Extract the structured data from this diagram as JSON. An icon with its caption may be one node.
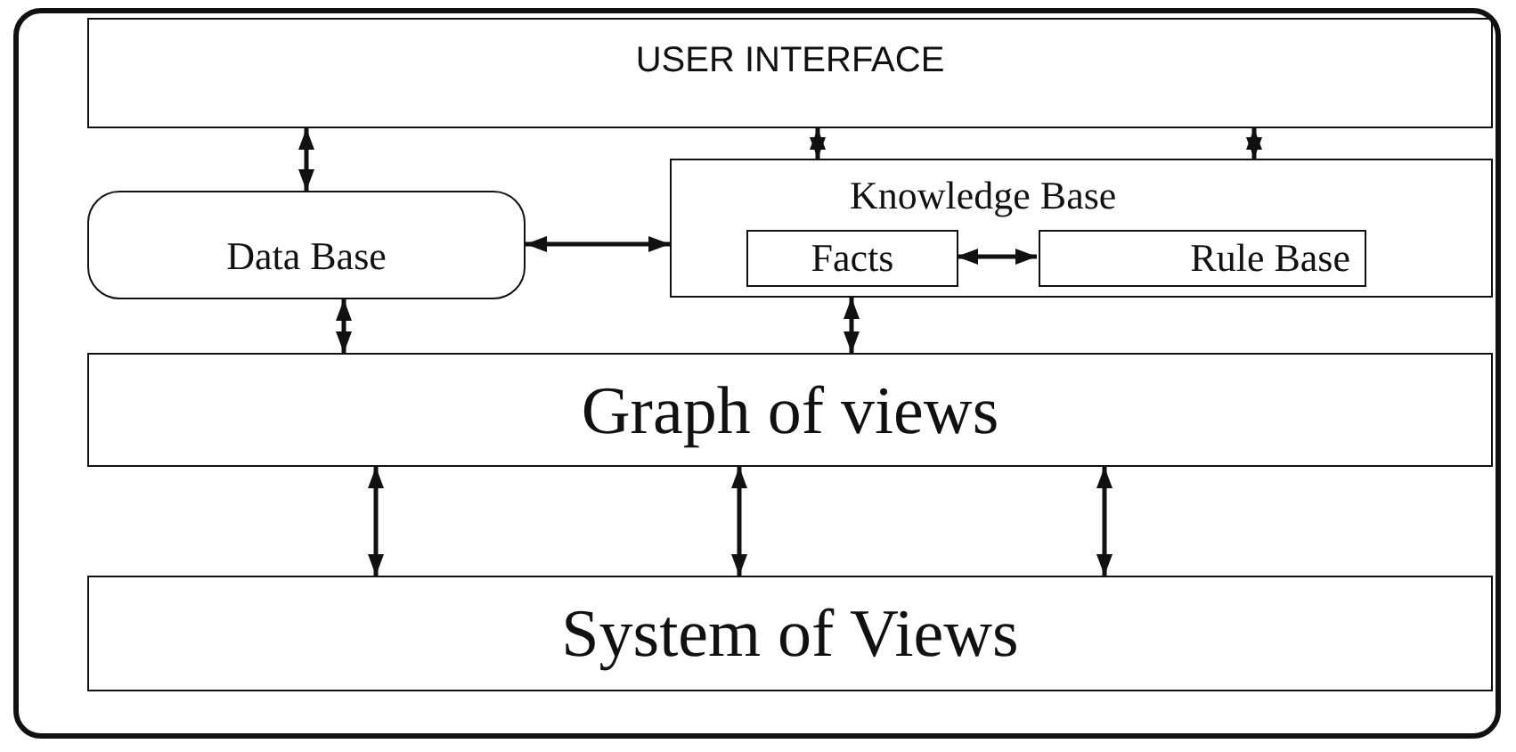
{
  "diagram": {
    "nodes": [
      {
        "text": [
          "USER INTERFACE"
        ]
      },
      {
        "text": [
          "Data Base"
        ]
      },
      {
        "text": [
          "Knowledge Base"
        ]
      },
      {
        "text": [
          "Facts"
        ],
        "in": 2
      },
      {
        "text": [
          "Rule Base"
        ],
        "in": 2
      },
      {
        "text": [
          "Graph of views"
        ]
      },
      {
        "text": [
          "System of Views"
        ]
      }
    ],
    "edges": [
      {
        "from": 0,
        "to": 1,
        "arrow": "both"
      },
      {
        "from": 0,
        "to": 2,
        "arrow": "both"
      },
      {
        "from": 0,
        "to": 2,
        "arrow": "both"
      },
      {
        "from": 1,
        "to": 2,
        "arrow": "both"
      },
      {
        "from": 3,
        "to": 4,
        "arrow": "both"
      },
      {
        "from": 1,
        "to": 5,
        "arrow": "both"
      },
      {
        "from": 2,
        "to": 5,
        "arrow": "both"
      },
      {
        "from": 5,
        "to": 6,
        "arrow": "both"
      },
      {
        "from": 5,
        "to": 6,
        "arrow": "both"
      },
      {
        "from": 5,
        "to": 6,
        "arrow": "both"
      }
    ]
  }
}
